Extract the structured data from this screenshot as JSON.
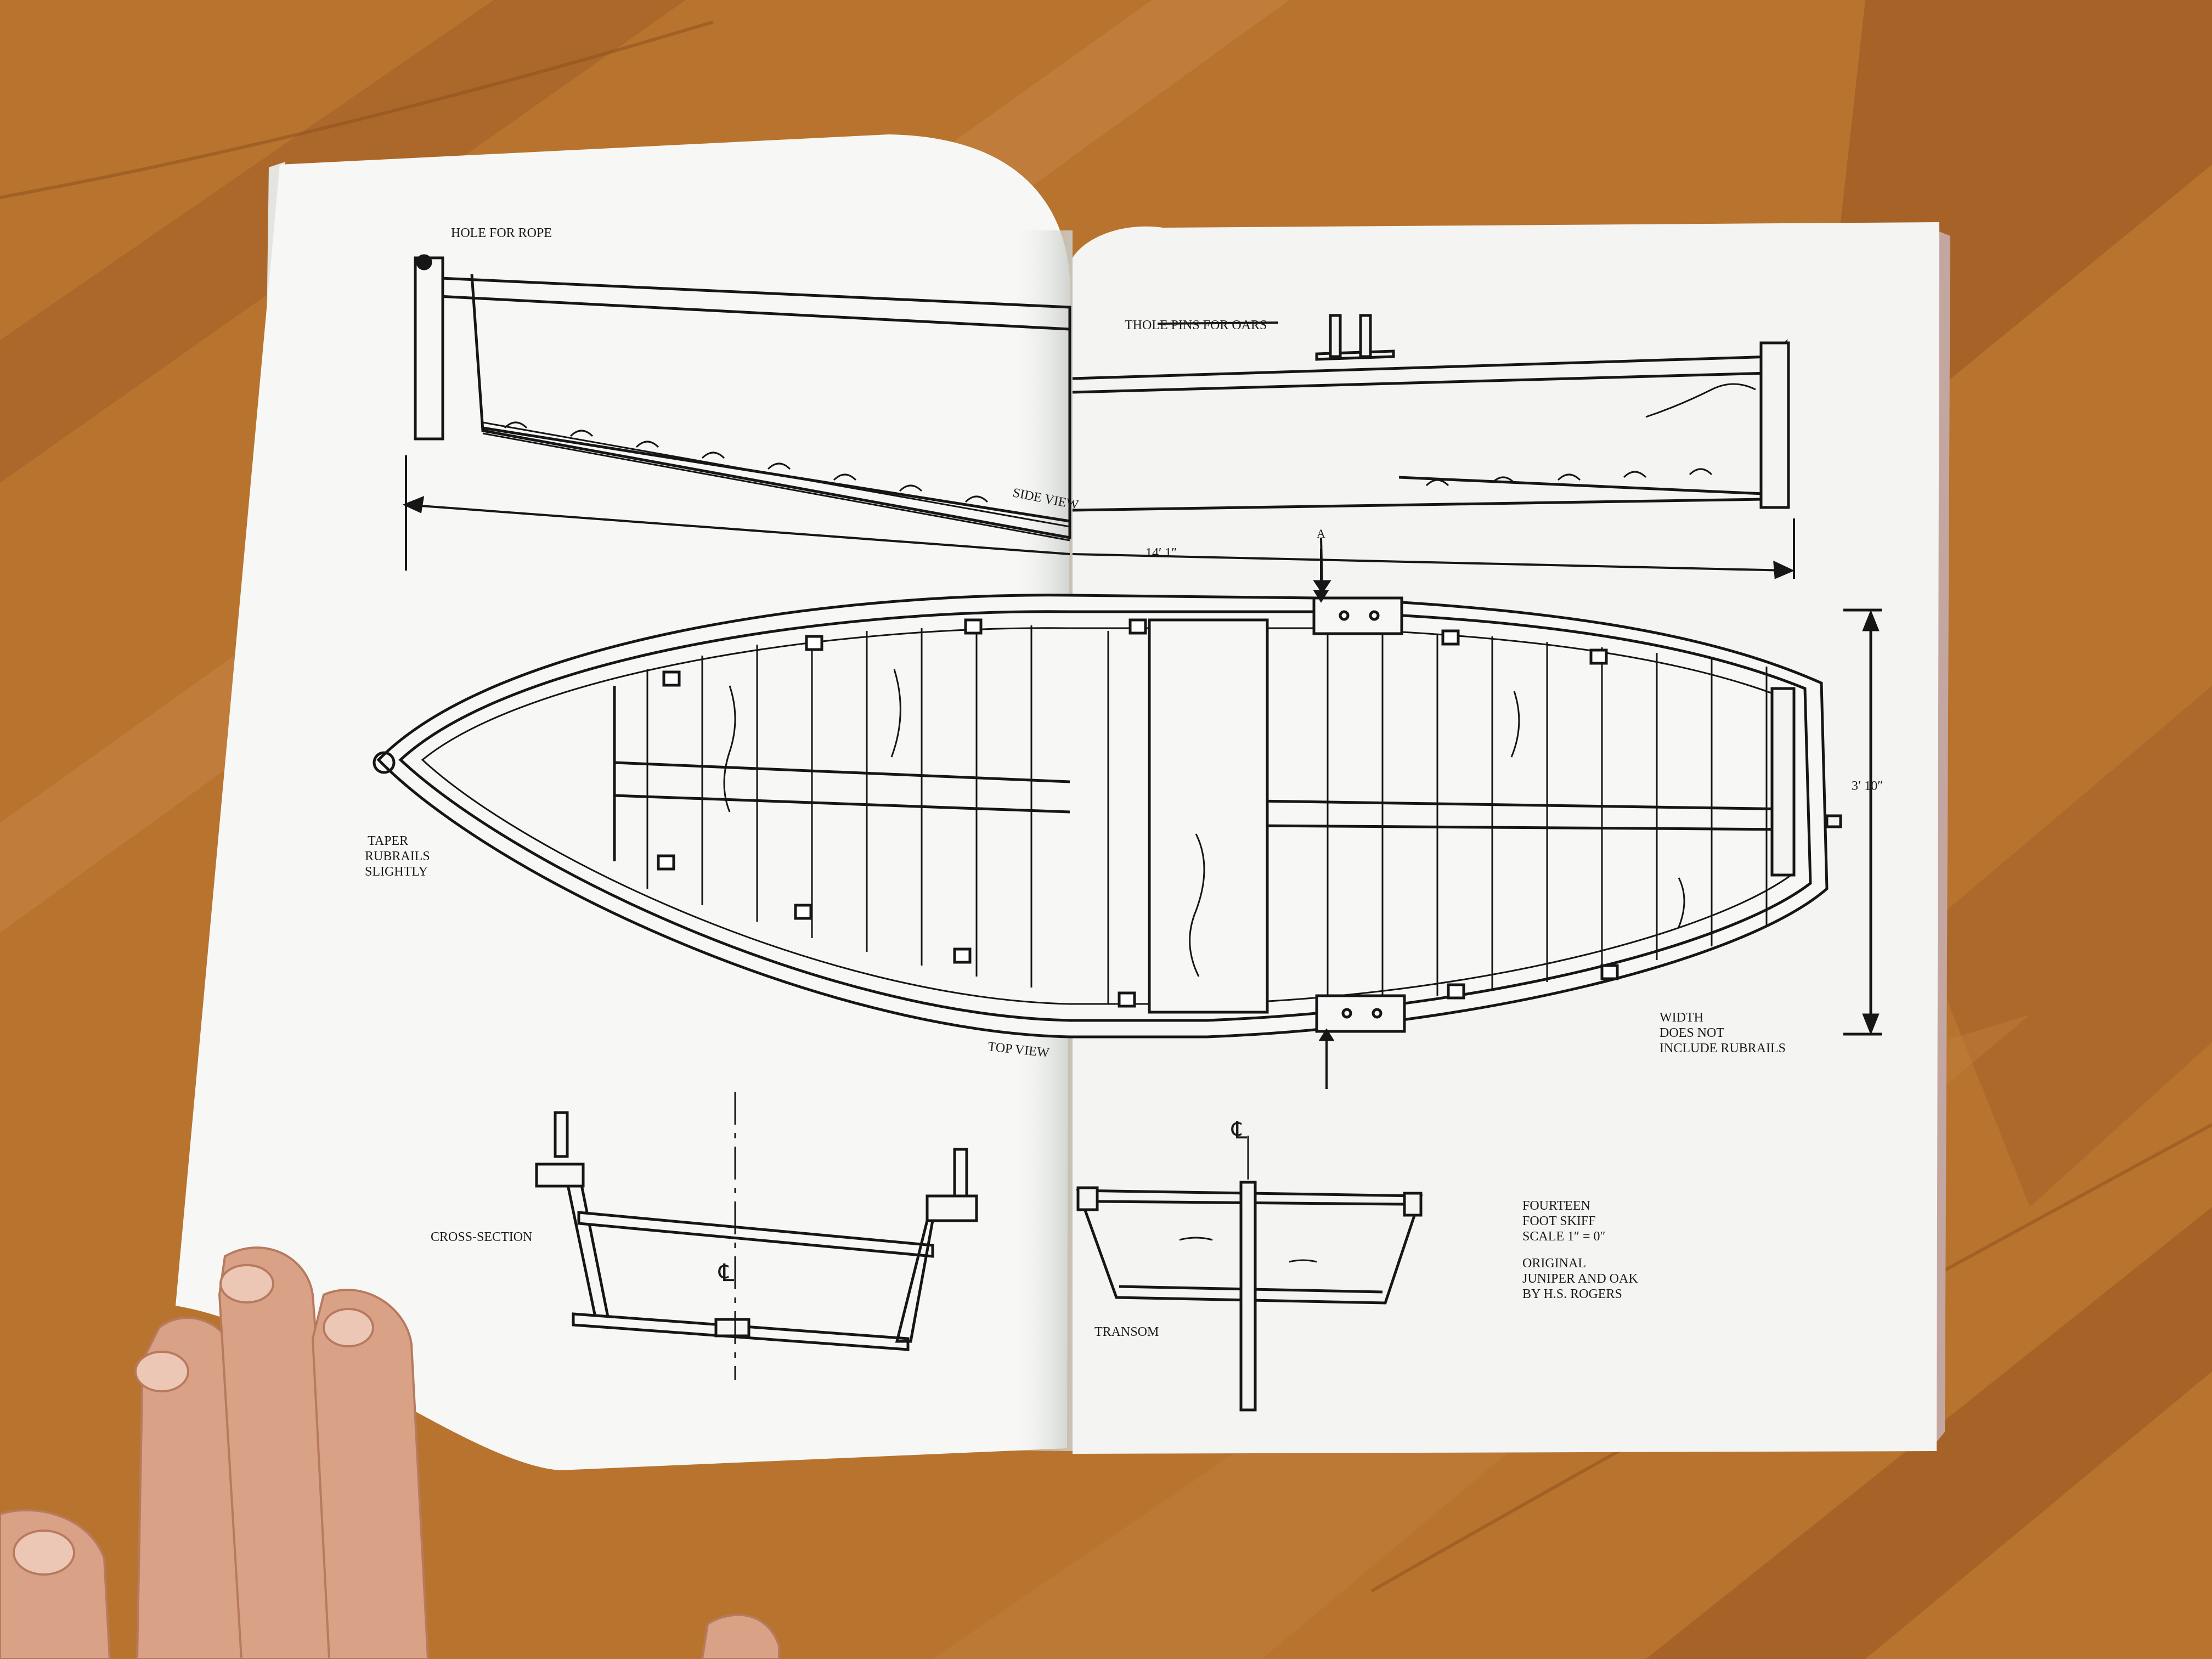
{
  "colors": {
    "table": "#b8742f",
    "table_dark": "#8a4d1c",
    "paper": "#f7f8f6",
    "ink": "#161616",
    "skin": "#d9a185"
  },
  "labels": {
    "hole_for_rope": "HOLE FOR ROPE",
    "side_view": "SIDE VIEW",
    "thole_pins": "THOLE PINS FOR OARS",
    "length_dim": "14′ 1″",
    "section_mark": "A",
    "taper": [
      "TAPER",
      "RUBRAILS",
      "SLIGHTLY"
    ],
    "width_dim": "3′ 10″",
    "top_view": "TOP VIEW",
    "width_note": [
      "WIDTH",
      "DOES NOT",
      "INCLUDE RUBRAILS"
    ],
    "cross_section": "CROSS-SECTION",
    "centerline": "℄",
    "transom": "TRANSOM",
    "title_block": [
      "FOURTEEN",
      "FOOT SKIFF",
      "SCALE 1″ = 0″"
    ],
    "credit_block": [
      "ORIGINAL",
      "JUNIPER AND OAK",
      "BY H.S. ROGERS"
    ]
  }
}
